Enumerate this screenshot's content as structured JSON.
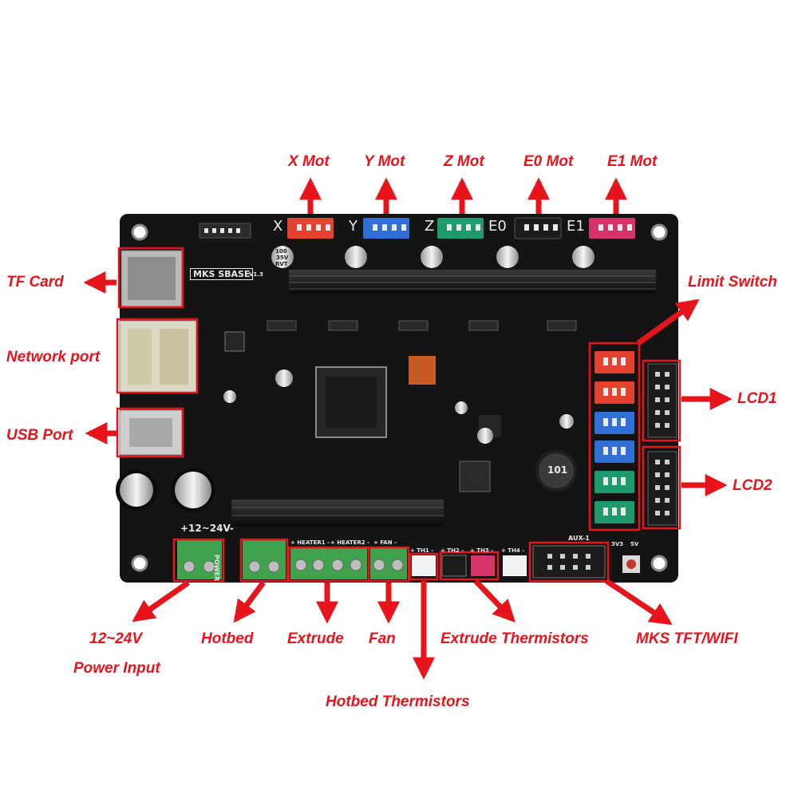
{
  "colors": {
    "accent": "#e8141c",
    "board": "#141414",
    "connector_red": "#e5412f",
    "connector_blue": "#2f6fd6",
    "connector_green": "#1f9a6c",
    "connector_black": "#1c1c1c",
    "connector_pink": "#d6336b",
    "terminal_green": "#3fa34d"
  },
  "board": {
    "name": "MKS SBASE",
    "version": "V1.3",
    "axis_letters": [
      "X",
      "Y",
      "Z",
      "E0",
      "E1"
    ],
    "capacitor_text": [
      "100",
      "35V",
      "RVT"
    ],
    "power_silk": "+12~24V-",
    "power_vertical": "POWER",
    "heater_labels": [
      "+ HEATER1 -",
      "+ HEATER2 -",
      "+ FAN -"
    ],
    "thermistor_labels": [
      "+ TH1 -",
      "+ TH2 -",
      "+ TH3 -",
      "+ TH4 -"
    ],
    "aux_label": "AUX-1",
    "inductor_text": "101",
    "jumper_labels": [
      "3V3",
      "5V"
    ]
  },
  "labels": {
    "x_mot": "X Mot",
    "y_mot": "Y Mot",
    "z_mot": "Z Mot",
    "e0_mot": "E0 Mot",
    "e1_mot": "E1 Mot",
    "tf_card": "TF Card",
    "network_port": "Network port",
    "usb_port": "USB Port",
    "limit_switch": "Limit Switch",
    "lcd1": "LCD1",
    "lcd2": "LCD2",
    "power_voltage": "12~24V",
    "power_input": "Power Input",
    "hotbed": "Hotbed",
    "extrude": "Extrude",
    "fan": "Fan",
    "extrude_thermistors": "Extrude Thermistors",
    "mks_tft_wifi": "MKS TFT/WIFI",
    "hotbed_thermistors": "Hotbed Thermistors"
  }
}
